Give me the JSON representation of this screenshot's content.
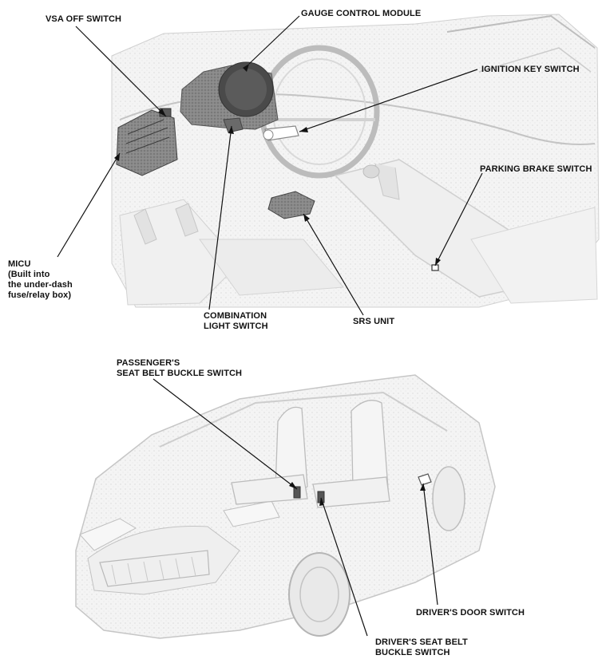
{
  "labels": {
    "vsa_off_switch": "VSA OFF SWITCH",
    "gauge_control_module": "GAUGE CONTROL MODULE",
    "ignition_key_switch": "IGNITION KEY SWITCH",
    "parking_brake_switch": "PARKING BRAKE SWITCH",
    "micu": "MICU\n(Built into\nthe under-dash\nfuse/relay box)",
    "combination_light_switch": "COMBINATION\nLIGHT SWITCH",
    "srs_unit": "SRS UNIT",
    "passengers_seat_belt_buckle_switch": "PASSENGER'S\nSEAT BELT BUCKLE SWITCH",
    "drivers_door_switch": "DRIVER'S DOOR SWITCH",
    "drivers_seat_belt_buckle_switch": "DRIVER'S SEAT BELT\nBUCKLE SWITCH"
  },
  "colors": {
    "ink": "#111111",
    "component_fill": "#7a7a7a",
    "illustration_stroke": "#c8c8c8",
    "background": "#ffffff"
  }
}
